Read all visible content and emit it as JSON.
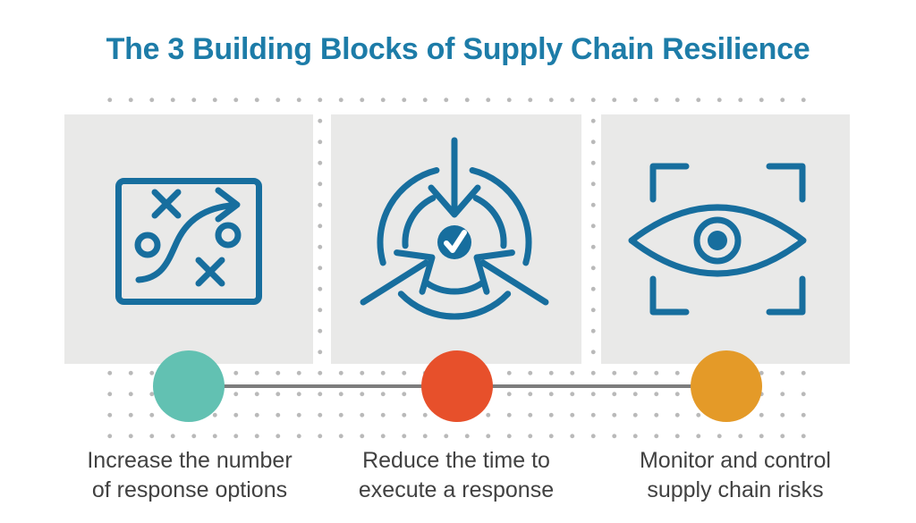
{
  "title": "The 3 Building Blocks of Supply Chain Resilience",
  "colors": {
    "title_blue": "#1d7ca8",
    "icon_blue": "#176e9e",
    "card_background": "#e9e9e8",
    "background_dots": "#b9b9b9",
    "connector_line": "#7d7d7d",
    "caption_text": "#414141"
  },
  "items": [
    {
      "id": "response-options",
      "icon": "strategy-board-icon",
      "marker_color": "#62c1b2",
      "caption_line1": "Increase the number",
      "caption_line2": "of response options"
    },
    {
      "id": "execution-time",
      "icon": "converging-arrows-check-icon",
      "marker_color": "#e7502b",
      "caption_line1": "Reduce the time to",
      "caption_line2": "execute a response"
    },
    {
      "id": "risk-monitoring",
      "icon": "monitored-eye-icon",
      "marker_color": "#e49a28",
      "caption_line1": "Monitor and control",
      "caption_line2": "supply chain risks"
    }
  ]
}
